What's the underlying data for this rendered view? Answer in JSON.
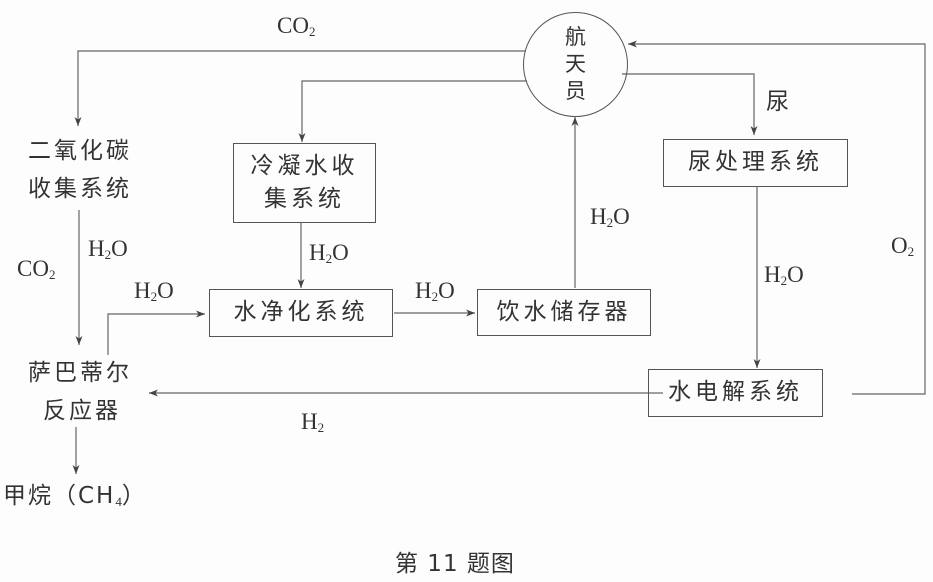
{
  "diagram": {
    "caption": "第 11 题图",
    "nodes": {
      "astronaut": [
        "航",
        "天",
        "员"
      ],
      "co2_collection": [
        "二氧化碳",
        "收集系统"
      ],
      "condensate": [
        "冷凝水收",
        "集系统"
      ],
      "urine_processing": "尿处理系统",
      "water_purification": "水净化系统",
      "drinking_storage": "饮水储存器",
      "electrolysis": "水电解系统",
      "sabatier": [
        "萨巴蒂尔",
        "反应器"
      ],
      "methane": "甲烷（CH",
      "methane_sub": "4",
      "methane_close": "）"
    },
    "edge_labels": {
      "co2_top": {
        "main": "CO",
        "sub": "2"
      },
      "co2_left": {
        "main": "CO",
        "sub": "2"
      },
      "h2o_left": {
        "main": "H",
        "sub": "2",
        "tail": "O"
      },
      "h2o_sabatier_to_purify": {
        "main": "H",
        "sub": "2",
        "tail": "O"
      },
      "h2o_condensate": {
        "main": "H",
        "sub": "2",
        "tail": "O"
      },
      "h2o_purify_to_storage": {
        "main": "H",
        "sub": "2",
        "tail": "O"
      },
      "h2o_storage_to_astronaut": {
        "main": "H",
        "sub": "2",
        "tail": "O"
      },
      "urine": "尿",
      "h2o_urine_to_electrolysis": {
        "main": "H",
        "sub": "2",
        "tail": "O"
      },
      "o2": {
        "main": "O",
        "sub": "2"
      },
      "h2": {
        "main": "H",
        "sub": "2"
      }
    },
    "edges": [
      {
        "from": "astronaut",
        "to": "co2_collection",
        "label": "CO2"
      },
      {
        "from": "astronaut",
        "to": "condensate",
        "label": ""
      },
      {
        "from": "astronaut",
        "to": "urine_processing",
        "label": "尿"
      },
      {
        "from": "co2_collection",
        "to": "sabatier",
        "label": "CO2 / H2O"
      },
      {
        "from": "condensate",
        "to": "water_purification",
        "label": "H2O"
      },
      {
        "from": "sabatier",
        "to": "water_purification",
        "label": "H2O"
      },
      {
        "from": "water_purification",
        "to": "drinking_storage",
        "label": "H2O"
      },
      {
        "from": "drinking_storage",
        "to": "astronaut",
        "label": "H2O"
      },
      {
        "from": "urine_processing",
        "to": "electrolysis",
        "label": "H2O"
      },
      {
        "from": "electrolysis",
        "to": "astronaut",
        "label": "O2"
      },
      {
        "from": "electrolysis",
        "to": "sabatier",
        "label": "H2"
      },
      {
        "from": "sabatier",
        "to": "methane",
        "label": ""
      }
    ]
  }
}
